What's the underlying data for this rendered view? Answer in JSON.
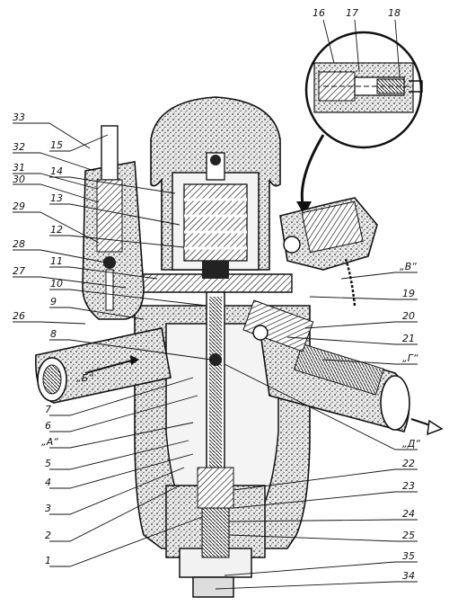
{
  "labels_left": [
    {
      "id": "33",
      "text": "33"
    },
    {
      "id": "32",
      "text": "32"
    },
    {
      "id": "31",
      "text": "31"
    },
    {
      "id": "30",
      "text": "30"
    },
    {
      "id": "29",
      "text": "29"
    },
    {
      "id": "28",
      "text": "28"
    },
    {
      "id": "27",
      "text": "27"
    },
    {
      "id": "26",
      "text": "26"
    },
    {
      "id": "15",
      "text": "15"
    },
    {
      "id": "14",
      "text": "14"
    },
    {
      "id": "13",
      "text": "13"
    },
    {
      "id": "12",
      "text": "12"
    },
    {
      "id": "11",
      "text": "11"
    },
    {
      "id": "10",
      "text": "10"
    },
    {
      "id": "9",
      "text": "9"
    },
    {
      "id": "8",
      "text": "8"
    },
    {
      "id": "7",
      "text": "7"
    },
    {
      "id": "6",
      "text": "6"
    },
    {
      "id": "A",
      "text": "„А“"
    },
    {
      "id": "5",
      "text": "5"
    },
    {
      "id": "4",
      "text": "4"
    },
    {
      "id": "3",
      "text": "3"
    },
    {
      "id": "2",
      "text": "2"
    },
    {
      "id": "1",
      "text": "1"
    }
  ],
  "labels_right": [
    {
      "id": "16",
      "text": "16"
    },
    {
      "id": "17",
      "text": "17"
    },
    {
      "id": "18",
      "text": "18"
    },
    {
      "id": "V",
      "text": "„В“"
    },
    {
      "id": "19",
      "text": "19"
    },
    {
      "id": "20",
      "text": "20"
    },
    {
      "id": "21",
      "text": "21"
    },
    {
      "id": "G",
      "text": "„Г“"
    },
    {
      "id": "D",
      "text": "„Д“"
    },
    {
      "id": "22",
      "text": "22"
    },
    {
      "id": "23",
      "text": "23"
    },
    {
      "id": "24",
      "text": "24"
    },
    {
      "id": "25",
      "text": "25"
    },
    {
      "id": "35",
      "text": "35"
    },
    {
      "id": "34",
      "text": "34"
    }
  ],
  "inline_labels": [
    {
      "id": "B",
      "text": "„Б“"
    }
  ]
}
